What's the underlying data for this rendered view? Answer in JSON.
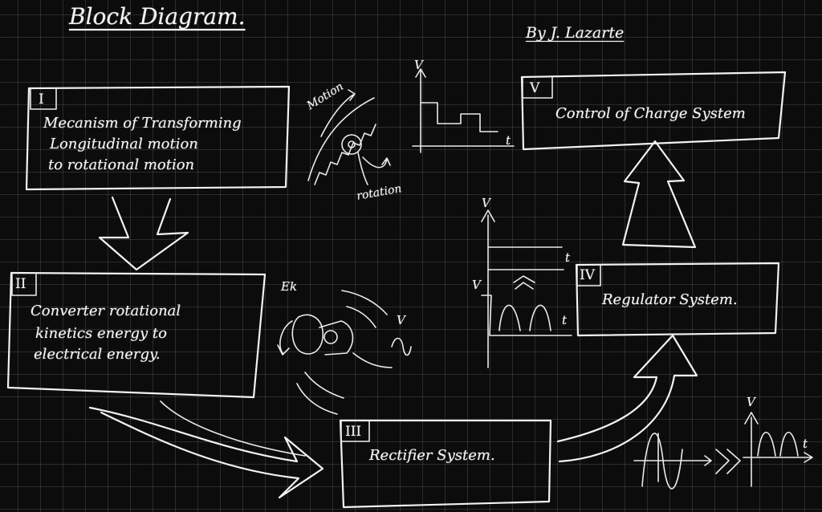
{
  "title": "Block Diagram.",
  "author": "By J. Lazarte",
  "blocks": {
    "b1": {
      "num": "I",
      "lines": [
        "Mecanism of Transforming",
        "Longitudinal motion",
        "to rotational motion"
      ]
    },
    "b2": {
      "num": "II",
      "lines": [
        "Converter rotational",
        "kinetics energy to",
        "electrical energy."
      ]
    },
    "b3": {
      "num": "III",
      "lines": [
        "Rectifier System."
      ]
    },
    "b4": {
      "num": "IV",
      "lines": [
        "Regulator System."
      ]
    },
    "b5": {
      "num": "V",
      "lines": [
        "Control of Charge System"
      ]
    }
  },
  "annotations": {
    "motion": "Motion",
    "rotation": "rotation",
    "ek": "Ek",
    "v": "V",
    "t": "t"
  }
}
